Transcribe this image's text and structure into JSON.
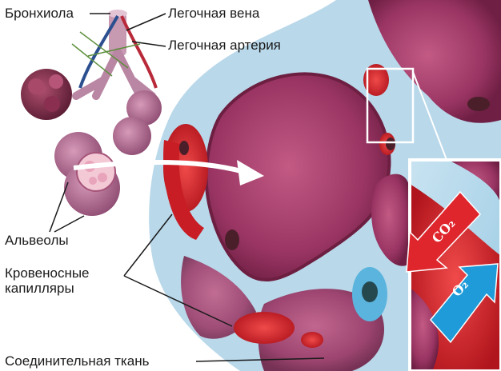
{
  "labels": {
    "bronchiole": "Бронхиола",
    "pulmonary_vein": "Легочная вена",
    "pulmonary_artery": "Легочная артерия",
    "alveoli": "Альвеолы",
    "blood_capillaries_line1": "Кровеносные",
    "blood_capillaries_line2": "капилляры",
    "connective_tissue": "Соединительная ткань"
  },
  "gas_arrows": {
    "co2": "CO₂",
    "o2": "O₂"
  },
  "colors": {
    "connective_tissue": "#b9d8ea",
    "alveolus_wall": "#8e2f5a",
    "alveolus_inner": "#b84f7a",
    "capillary_red": "#d8202a",
    "co2_arrow": "#e0262d",
    "o2_arrow": "#1e9bd8",
    "text": "#1a1a1a"
  }
}
